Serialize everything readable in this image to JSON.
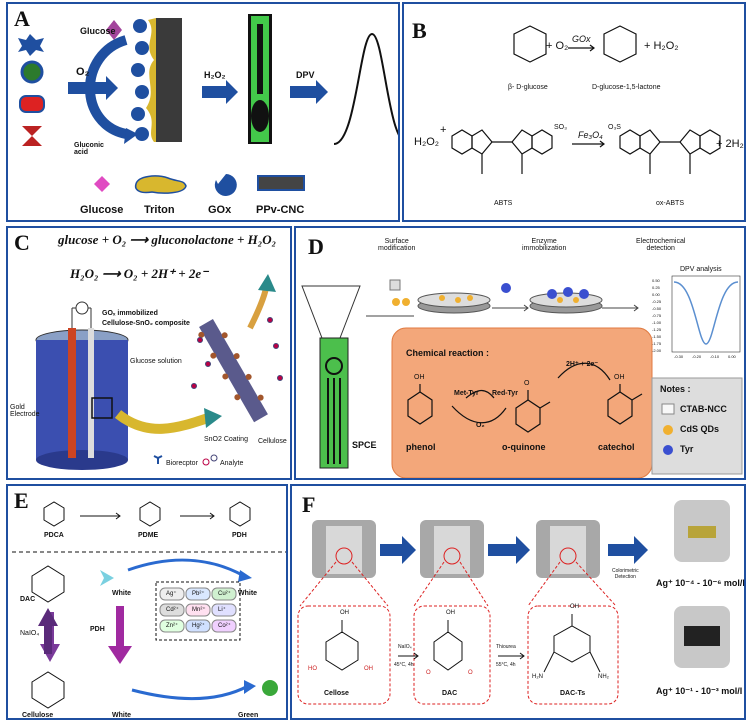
{
  "panels": {
    "A": {
      "label": "A",
      "glucose": "Glucose",
      "gluconic": "Gluconic\nacid",
      "o2": "O₂",
      "h2o2": "H₂O₂",
      "dpv": "DPV",
      "legend": [
        "Glucose",
        "Triton",
        "GOx",
        "PPv-CNC"
      ]
    },
    "B": {
      "label": "B",
      "goxr": "GOx",
      "o2": "+ O₂",
      "h2o2": "+ H₂O₂",
      "bdg": "β- D-glucose",
      "lactone": "D-glucose-1,5-lactone",
      "h2o2l": "H₂O₂",
      "plus": "+",
      "so3": "SO₃",
      "o3s": "O₃S",
      "fe": "Fe₃O₄",
      "h2o": "+ 2H₂O",
      "abts": "ABTS",
      "oxabts": "ox-ABTS"
    },
    "C": {
      "label": "C",
      "eq1": "glucose + O₂ ⟶ gluconolactone + H₂O₂",
      "eq2": "H₂O₂ ⟶ O₂ + 2H⁺ + 2e⁻",
      "gox": "GOₓ immobilized",
      "cell": "Cellulose-SnO₂ composite",
      "gsol": "Glucose solution",
      "gold": "Gold\nElectrode",
      "sno2": "SnO2 Coating",
      "cellulose": "Cellulose",
      "bio": "Biorecptor",
      "analyte": "Analyte"
    },
    "D": {
      "label": "D",
      "surf": "Surface\nmodification",
      "enz": "Enzyme\nimmobilization",
      "elec": "Electrochemical\ndetection",
      "dpv": "DPV analysis",
      "chem": "Chemical reaction :",
      "mettyr": "Met-Tyr",
      "redtyr": "Red-Tyr",
      "o2": "O₂",
      "e": "2H⁺ + 2e⁻",
      "oh": "OH",
      "o": "O",
      "phenol": "phenol",
      "quinone": "o-quinone",
      "catechol": "catechol",
      "spce": "SPCE",
      "notes": "Notes :",
      "n1": "CTAB-NCC",
      "n2": "CdS QDs",
      "n3": "Tyr",
      "yticks": [
        "0.50",
        "0.25",
        "0.00",
        "-0.25",
        "-0.50",
        "-0.75",
        "-1.00",
        "-1.25",
        "-1.50",
        "-1.75",
        "-2.00"
      ],
      "xticks": [
        "-0.30",
        "-0.20",
        "-0.10",
        "0.00"
      ]
    },
    "E": {
      "label": "E",
      "pdca": "PDCA",
      "pdme": "PDME",
      "pdh": "PDH",
      "dac": "DAC",
      "naio4": "NaIO₄",
      "cellulose": "Cellulose",
      "white1": "White",
      "white2": "White",
      "white3": "White",
      "green": "Green",
      "pdh2": "PDH",
      "ions": [
        "Ag⁺",
        "Pb²⁺",
        "Cu²⁺",
        "Cd²⁺",
        "Mn²⁺",
        "Li⁺",
        "Zn²⁺",
        "Hg²⁺",
        "Co²⁺"
      ]
    },
    "F": {
      "label": "F",
      "colorimetric": "Colorimetric\nDetection",
      "ag1": "Ag⁺ 10⁻⁴ - 10⁻⁶ mol/l",
      "ag2": "Ag⁺ 10⁻¹ - 10⁻³ mol/l",
      "cellose": "Cellose",
      "naio4": "NaIO₄",
      "c45": "45°C, 4h",
      "dac": "DAC",
      "thio": "Thiourea",
      "c55": "55°C, 4h",
      "dacts": "DAC-Ts",
      "oh": "OH",
      "ho": "HO",
      "o": "O",
      "nh2": "NH₂",
      "h2n": "H₂N"
    }
  }
}
